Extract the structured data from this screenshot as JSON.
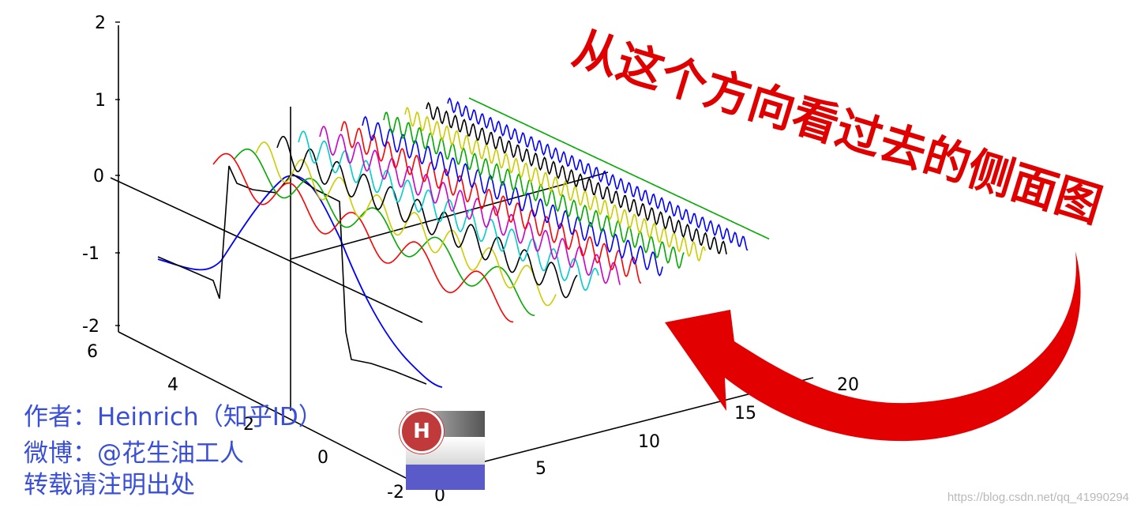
{
  "chart_data": {
    "type": "line",
    "title": "",
    "z_ticks": [
      "2",
      "1",
      "0",
      "-1",
      "-2"
    ],
    "y_ticks": [
      "6",
      "4",
      "2",
      "0",
      "-2"
    ],
    "x_ticks": [
      "0",
      "5",
      "10",
      "15",
      "20"
    ],
    "zlim": [
      -2,
      2
    ],
    "ylim": [
      -2,
      6
    ],
    "xlim": [
      0,
      20
    ],
    "series": [
      {
        "color": "#0000ff",
        "kind": "square-wave-sum"
      },
      {
        "color": "#000000",
        "kind": "step-sum"
      },
      {
        "color": "#ff0000",
        "kind": "sine",
        "values": [
          1,
          3
        ]
      },
      {
        "color": "#00aa00",
        "kind": "sine",
        "values": [
          1,
          3
        ]
      },
      {
        "color": "#cccc00",
        "kind": "sine",
        "values": [
          1,
          5
        ]
      },
      {
        "color": "#000000",
        "kind": "sine",
        "values": [
          1,
          7
        ]
      },
      {
        "color": "#00cccc",
        "kind": "sine",
        "values": [
          1,
          9
        ]
      },
      {
        "color": "#cc00cc",
        "kind": "sine",
        "values": [
          1,
          11
        ]
      },
      {
        "color": "#ff0000",
        "kind": "sine",
        "values": [
          1,
          13
        ]
      },
      {
        "color": "#0000ff",
        "kind": "sine",
        "values": [
          1,
          15
        ]
      },
      {
        "color": "#00aa00",
        "kind": "sine",
        "values": [
          1,
          17
        ]
      },
      {
        "color": "#cccc00",
        "kind": "sine",
        "values": [
          1,
          19
        ]
      },
      {
        "color": "#000000",
        "kind": "sine",
        "values": [
          1,
          21
        ]
      },
      {
        "color": "#0000ff",
        "kind": "sine",
        "values": [
          1,
          23
        ]
      },
      {
        "color": "#00aa00",
        "kind": "flat"
      }
    ],
    "grid": false
  },
  "annotation": {
    "text": "从这个方向看过去的侧面图",
    "color": "#e00000"
  },
  "credits": {
    "line1": "作者：Heinrich（知乎ID）",
    "line2": "微博：@花生油工人",
    "line3": "转载请注明出处",
    "color": "#3a4fd8"
  },
  "badge": {
    "letter": "H",
    "icon": "h-circle-icon",
    "color": "#c0393b"
  },
  "watermark": {
    "text": "https://blog.csdn.net/qq_41990294"
  }
}
